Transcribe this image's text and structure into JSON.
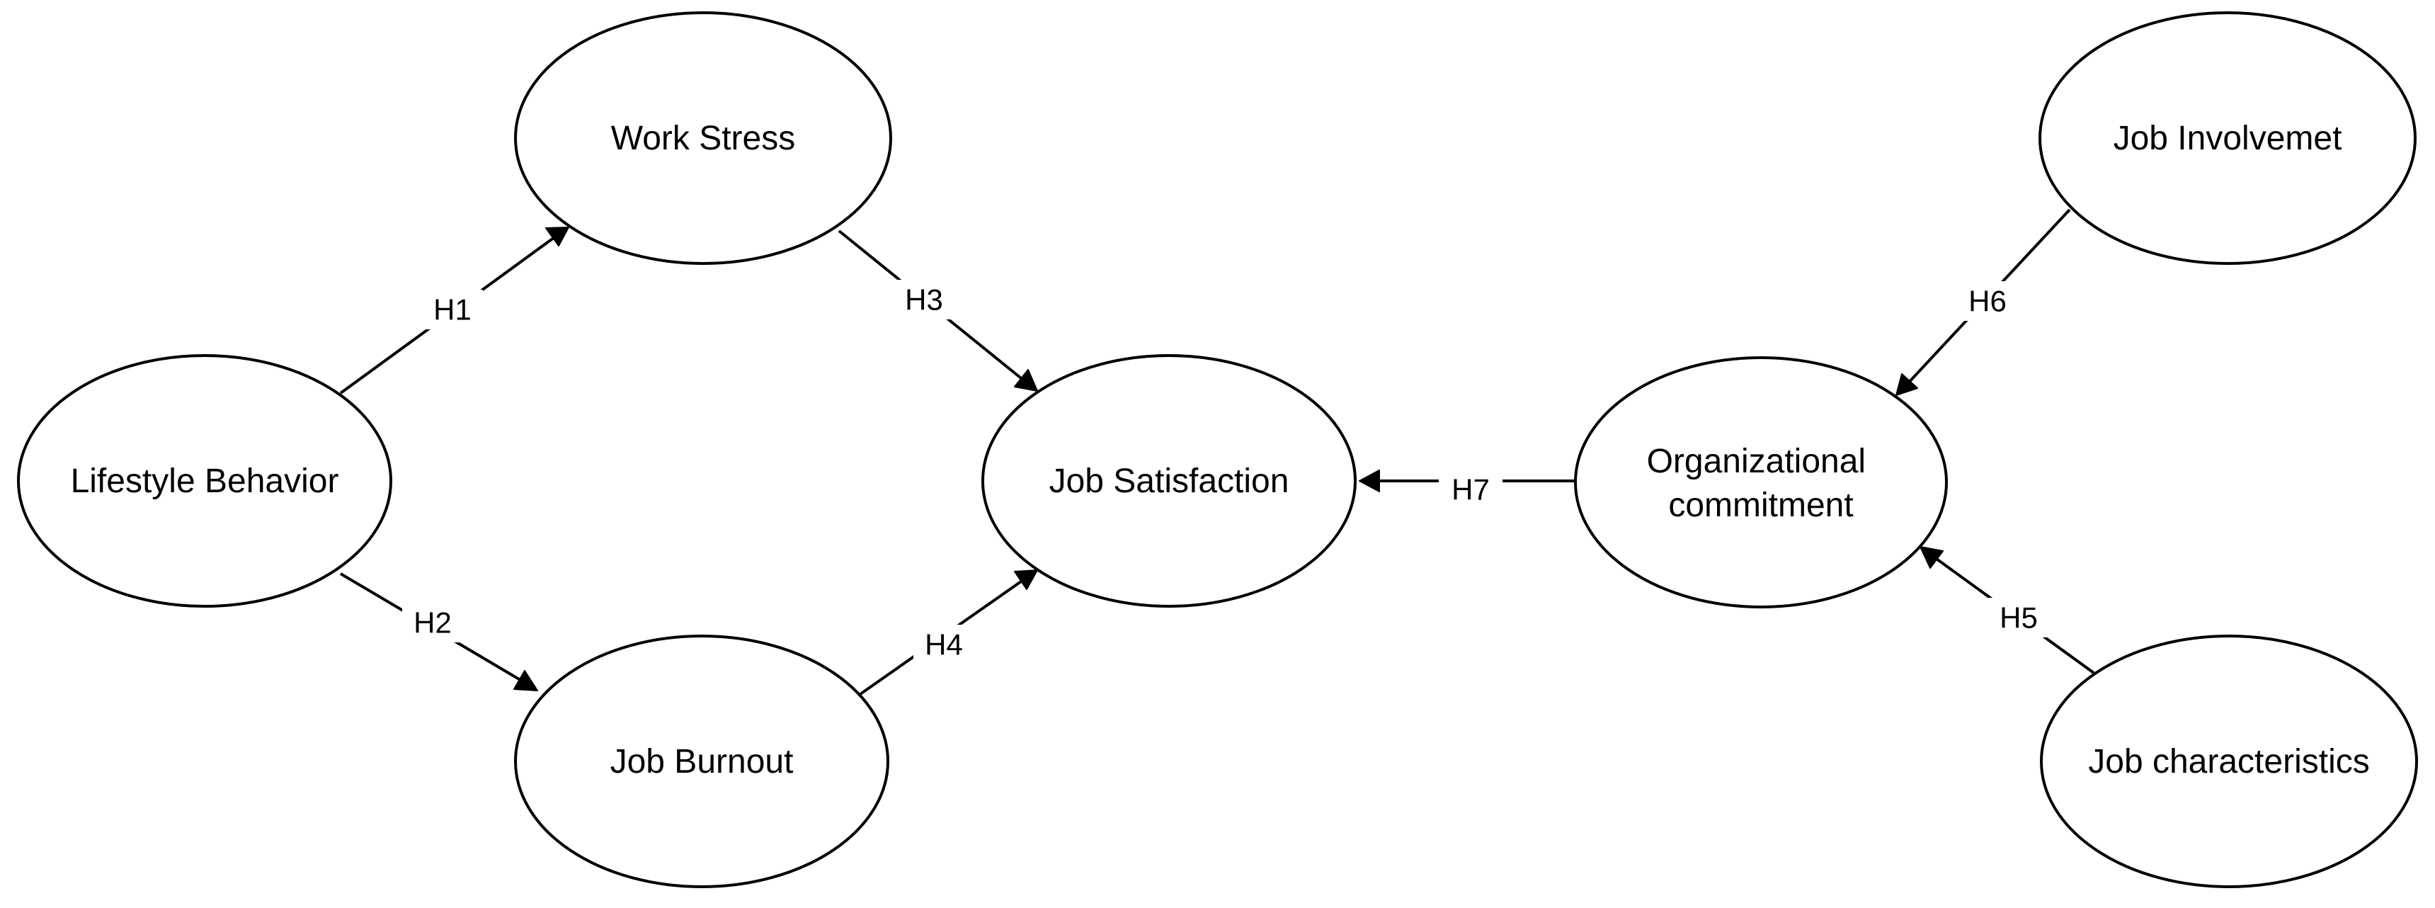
{
  "nodes": {
    "work_stress": {
      "label_lines": [
        "Work Stress"
      ]
    },
    "lifestyle": {
      "label_lines": [
        "Lifestyle Behavior"
      ]
    },
    "job_burnout": {
      "label_lines": [
        "Job Burnout"
      ]
    },
    "job_satisfaction": {
      "label_lines": [
        "Job Satisfaction"
      ]
    },
    "org_commitment": {
      "label_lines": [
        "Organizational",
        "commitment"
      ]
    },
    "job_involvement": {
      "label_lines": [
        "Job Involvemet"
      ]
    },
    "job_characteristics": {
      "label_lines": [
        "Job characteristics"
      ]
    }
  },
  "edges": {
    "h1": {
      "label": "H1",
      "from": "lifestyle",
      "to": "work_stress"
    },
    "h2": {
      "label": "H2",
      "from": "lifestyle",
      "to": "job_burnout"
    },
    "h3": {
      "label": "H3",
      "from": "work_stress",
      "to": "job_satisfaction"
    },
    "h4": {
      "label": "H4",
      "from": "job_burnout",
      "to": "job_satisfaction"
    },
    "h5": {
      "label": "H5",
      "from": "job_characteristics",
      "to": "org_commitment"
    },
    "h6": {
      "label": "H6",
      "from": "job_involvement",
      "to": "org_commitment"
    },
    "h7": {
      "label": "H7",
      "from": "org_commitment",
      "to": "job_satisfaction"
    }
  }
}
